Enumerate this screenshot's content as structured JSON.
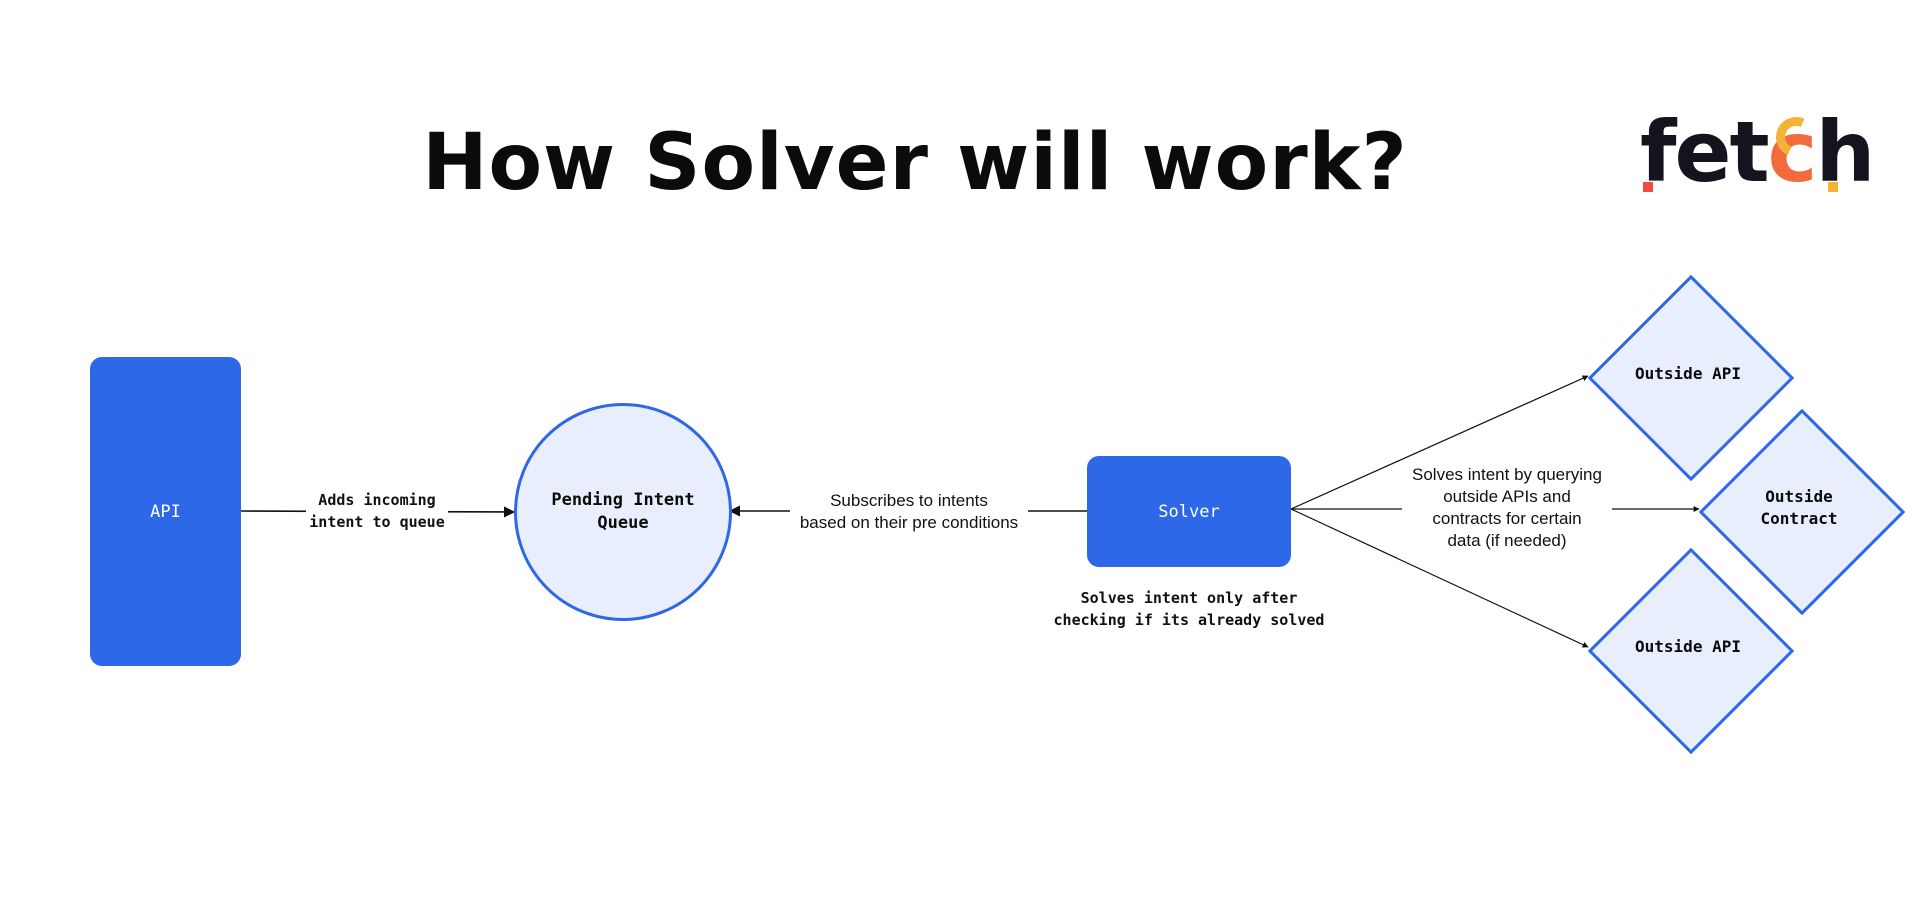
{
  "title": "How Solver will work?",
  "logo": {
    "text_before": "fet",
    "text_c": "c",
    "text_after": "h",
    "colors": {
      "dark": "#14141e",
      "orange": "#f26a3d",
      "yellow": "#f5b335"
    }
  },
  "nodes": {
    "api": {
      "label": "API",
      "shape": "rounded-rectangle",
      "fill": "#2d68e8"
    },
    "queue": {
      "label_line1": "Pending Intent",
      "label_line2": "Queue",
      "shape": "circle",
      "fill": "#e8eefc",
      "stroke": "#2d68e8"
    },
    "solver": {
      "label": "Solver",
      "shape": "rounded-rectangle",
      "fill": "#2d68e8"
    },
    "outside_api_top": {
      "label": "Outside API",
      "shape": "diamond"
    },
    "outside_contract": {
      "label_line1": "Outside",
      "label_line2": "Contract",
      "shape": "diamond"
    },
    "outside_api_bottom": {
      "label": "Outside API",
      "shape": "diamond"
    }
  },
  "edges": {
    "api_to_queue": {
      "line1": "Adds incoming",
      "line2": "intent to queue"
    },
    "solver_to_queue": {
      "line1": "Subscribes to intents",
      "line2": "based on their pre conditions"
    },
    "solver_fanout": {
      "line1": "Solves intent by querying",
      "line2": "outside APIs and",
      "line3": "contracts for certain",
      "line4": "data (if needed)"
    }
  },
  "solver_note": {
    "line1": "Solves intent only after",
    "line2": "checking if its already solved"
  }
}
